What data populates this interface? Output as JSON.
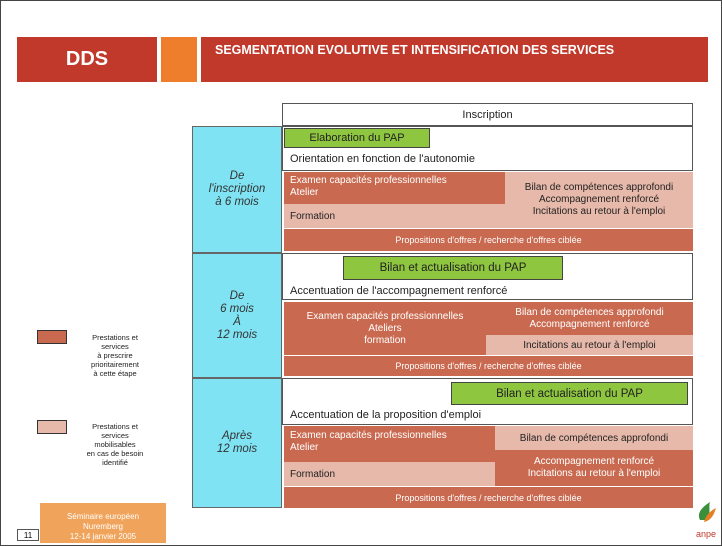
{
  "header": {
    "left_title": "DDS",
    "main_title": "SEGMENTATION EVOLUTIVE ET INTENSIFICATION DES SERVICES"
  },
  "inscription": "Inscription",
  "phases": [
    {
      "period": "De\nl'inscription\nà 6 mois",
      "pap": "Elaboration du PAP",
      "orientation": "Orientation en fonction de l'autonomie",
      "left_dark": [
        "Examen capacités professionnelles",
        "Atelier"
      ],
      "left_light": "Formation",
      "right_light": [
        "Bilan de compétences approfondi",
        "Accompagnement renforcé",
        "Incitations au retour à l'emploi"
      ],
      "bottom": "Propositions d'offres / recherche d'offres ciblée"
    },
    {
      "period": "De\n6 mois\nÀ\n12 mois",
      "pap": "Bilan et actualisation du PAP",
      "orientation": "Accentuation de l'accompagnement renforcé",
      "left_dark": [
        "Examen  capacités professionnelles",
        "Ateliers",
        "formation"
      ],
      "right_dark": [
        "Bilan de compétences approfondi",
        "Accompagnement renforcé"
      ],
      "right_light": "Incitations au retour à l'emploi",
      "bottom": "Propositions d'offres / recherche d'offres ciblée"
    },
    {
      "period": "Après\n12 mois",
      "pap": "Bilan et actualisation du PAP",
      "orientation": "Accentuation de la proposition d'emploi",
      "left_dark": [
        "Examen capacités professionnelles",
        "Atelier"
      ],
      "left_light": "Formation",
      "right_light": "Bilan de compétences approfondi",
      "right_dark": [
        "Accompagnement renforcé",
        "Incitations au retour à l'emploi"
      ],
      "bottom": "Propositions d'offres / recherche d'offres ciblée"
    }
  ],
  "legend": [
    {
      "text": "Prestations et\nservices\nà prescrire\nprioritairement\nà cette étape",
      "color": "#c96a50"
    },
    {
      "text": "Prestations et\nservices\nmobilisables\nen cas de besoin\nidentifié",
      "color": "#e7b9aa"
    }
  ],
  "footer": {
    "line1": "Séminaire européen",
    "line2": "Nuremberg",
    "line3": "12-14 janvier 2005"
  },
  "page_number": "11",
  "logo": "anpe",
  "colors": {
    "header_red": "#c0392b",
    "orange": "#ee7d2c",
    "period_blue": "#7fe3f3",
    "green": "#8ec63f",
    "dark_cell": "#c96a50",
    "light_cell": "#e7b9aa"
  }
}
